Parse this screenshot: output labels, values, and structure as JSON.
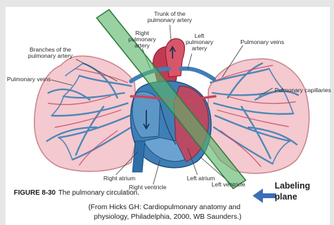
{
  "labels": {
    "trunk_line1": "Trunk of the",
    "trunk_line2": "pulmonary artery",
    "right_pa_line1": "Right",
    "right_pa_line2": "pulmonary",
    "right_pa_line3": "artery",
    "left_pa_line1": "Left",
    "left_pa_line2": "pulmonary",
    "left_pa_line3": "artery",
    "pulmonary_veins_top": "Pulmonary veins",
    "branches_line1": "Branches of the",
    "branches_line2": "pulmonary artery",
    "pulmonary_veins_left": "Pulmonary veins",
    "pulmonary_capillaries": "Pulmonary capillaries",
    "right_atrium": "Right atrium",
    "right_ventricle": "Right ventricle",
    "left_atrium": "Left atrium",
    "left_ventricle": "Left ventricle"
  },
  "caption": {
    "figure_id": "FIGURE 8-30",
    "title": "The pulmonary circulation."
  },
  "credit": {
    "line1": "(From Hicks GH: Cardiopulmonary anatomy and",
    "line2": "physiology, Philadelphia, 2000, WB Saunders.)"
  },
  "annotation": {
    "line1": "Labeling",
    "line2": "plane"
  },
  "colors": {
    "lung_fill": "#f4c9cf",
    "lung_edge": "#c9878f",
    "vessel_blue": "#4f86b8",
    "vessel_dark": "#2f5f8f",
    "artery_red": "#c9475e",
    "plane_fill": "#5ab46a",
    "plane_edge": "#2f7d3d",
    "arrow_blue": "#3d6fb6"
  }
}
